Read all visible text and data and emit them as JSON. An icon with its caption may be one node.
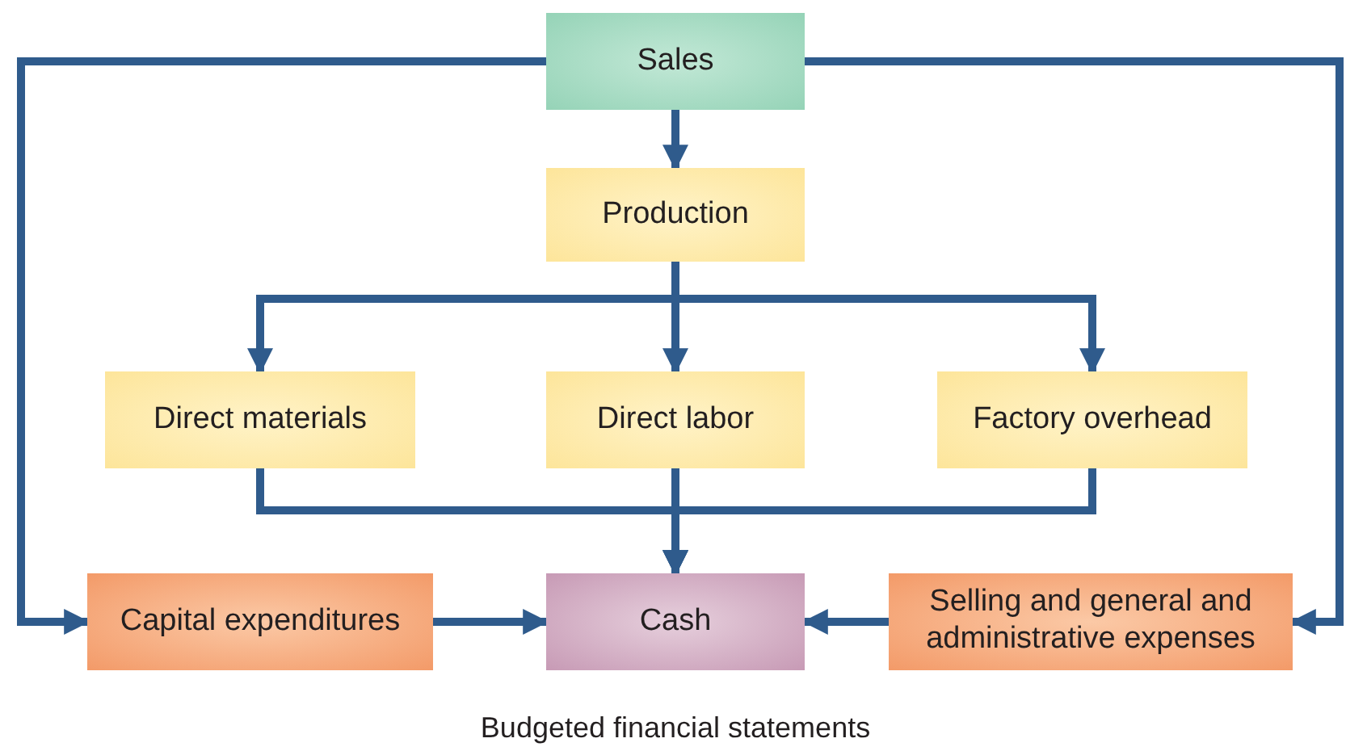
{
  "diagram": {
    "nodes": [
      {
        "text": [
          "Sales"
        ]
      },
      {
        "text": [
          "Production"
        ]
      },
      {
        "text": [
          "Direct materials"
        ]
      },
      {
        "text": [
          "Direct labor"
        ]
      },
      {
        "text": [
          "Factory overhead"
        ]
      },
      {
        "text": [
          "Capital expenditures"
        ]
      },
      {
        "text": [
          "Cash"
        ]
      },
      {
        "text": [
          "Selling and general and administrative expenses"
        ]
      }
    ],
    "edges": [
      {
        "from": 0,
        "to": 1,
        "arrow": "to"
      },
      {
        "from": 1,
        "to": 2,
        "arrow": "to"
      },
      {
        "from": 1,
        "to": 3,
        "arrow": "to"
      },
      {
        "from": 1,
        "to": 4,
        "arrow": "to"
      },
      {
        "from": 2,
        "to": 6,
        "arrow": "to"
      },
      {
        "from": 3,
        "to": 6,
        "arrow": "to"
      },
      {
        "from": 4,
        "to": 6,
        "arrow": "to"
      },
      {
        "from": 0,
        "to": 5,
        "arrow": "to"
      },
      {
        "from": 0,
        "to": 7,
        "arrow": "to"
      },
      {
        "from": 5,
        "to": 6,
        "arrow": "to"
      },
      {
        "from": 7,
        "to": 6,
        "arrow": "to"
      }
    ],
    "labels": [
      "Budgeted financial statements"
    ]
  }
}
